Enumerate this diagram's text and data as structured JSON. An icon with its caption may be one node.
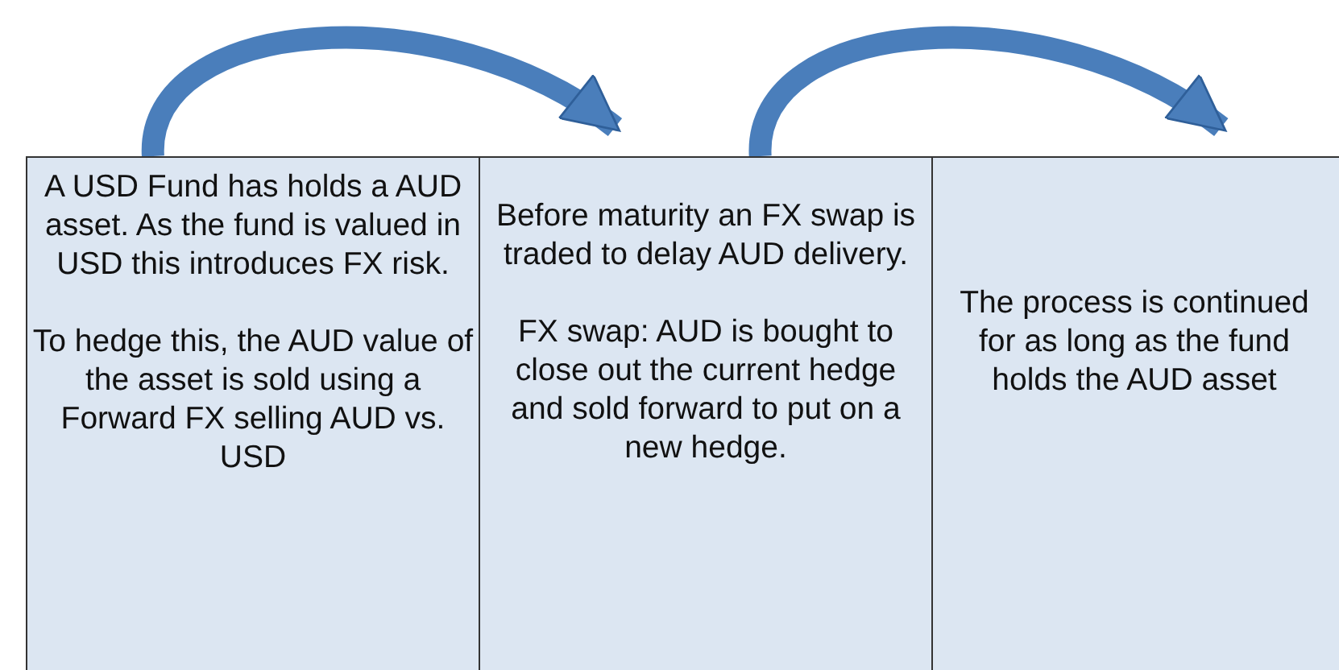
{
  "diagram": {
    "nodes": [
      {
        "text": [
          "A USD Fund has holds a AUD asset. As the fund is valued in USD this introduces FX risk.",
          "To hedge this, the AUD value of the asset is sold using a Forward FX selling AUD vs. USD"
        ]
      },
      {
        "text": [
          "Before maturity an FX swap is traded to delay AUD delivery.",
          "FX swap: AUD is bought to close out the current hedge and sold forward to put on a new hedge."
        ]
      },
      {
        "text": [
          "The process is continued for as long as the fund holds the AUD asset"
        ]
      }
    ],
    "edges": [
      {
        "from": 0,
        "to": 1,
        "arrow": "to"
      },
      {
        "from": 1,
        "to": 2,
        "arrow": "to"
      }
    ]
  }
}
